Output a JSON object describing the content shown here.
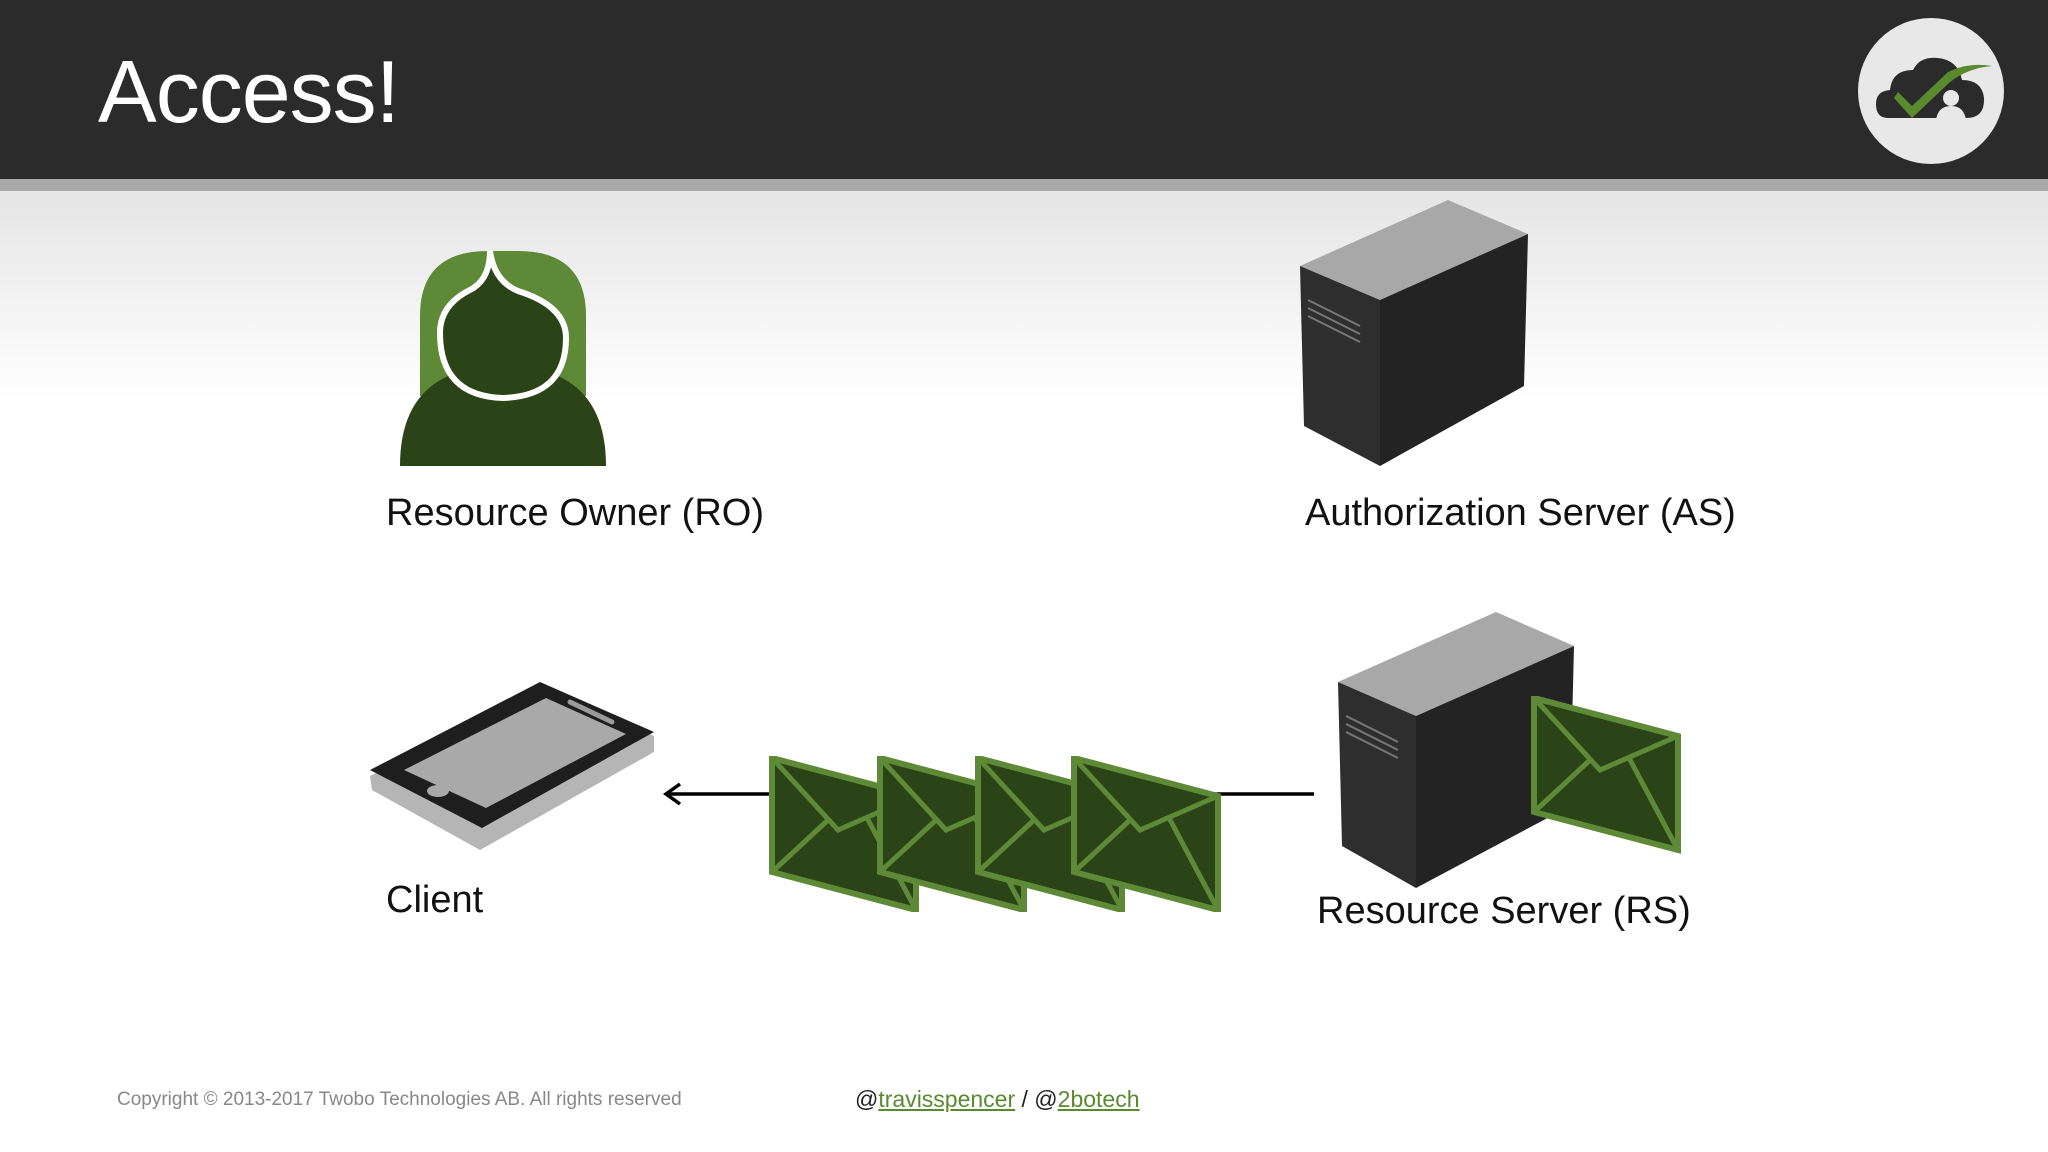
{
  "slide": {
    "title": "Access!"
  },
  "icons": {
    "logo": "cloud-checkmark-logo-icon",
    "resource_owner": "person-icon",
    "authorization_server": "server-tower-icon",
    "client": "tablet-icon",
    "resource_server": "server-tower-icon",
    "token": "envelope-icon"
  },
  "diagram": {
    "resource_owner_label": "Resource Owner (RO)",
    "authorization_server_label": "Authorization Server (AS)",
    "client_label": "Client",
    "resource_server_label": "Resource Server (RS)"
  },
  "footer": {
    "copyright": "Copyright © 2013-2017 Twobo Technologies AB. All rights reserved",
    "at1": "@",
    "handle1": "travisspencer",
    "separator": " / @",
    "handle2": "2botech"
  },
  "colors": {
    "header_bg": "#2b2b2b",
    "accent_green": "#5a8a2e",
    "dark_green": "#2b4417",
    "server_dark": "#2a2a2a",
    "server_top": "#a8a8a8"
  }
}
